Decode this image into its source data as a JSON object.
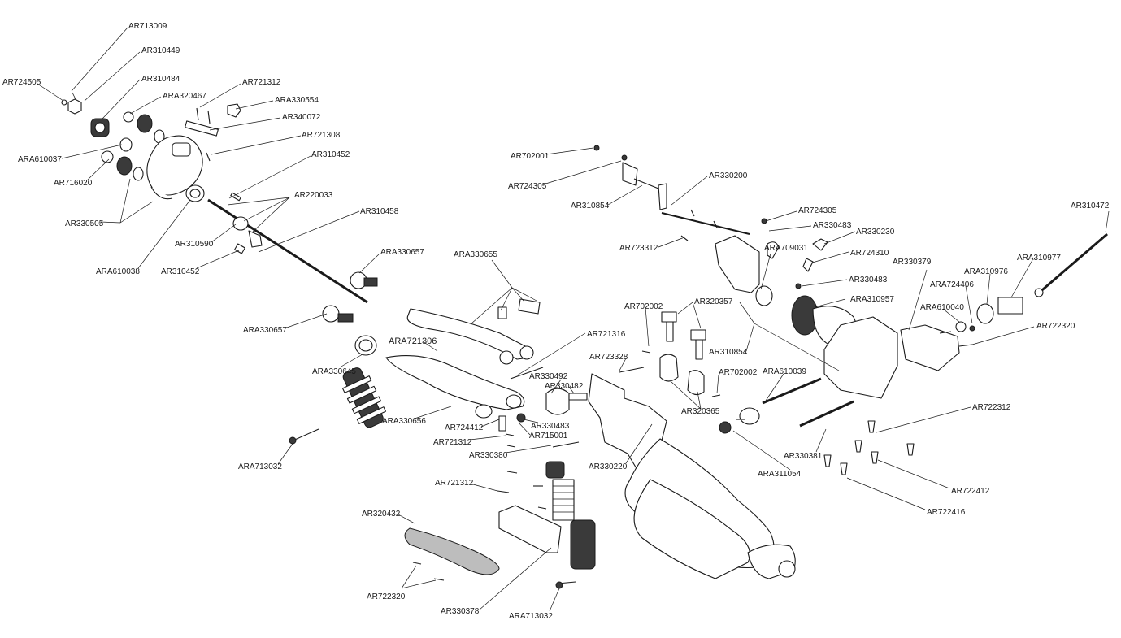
{
  "diagram": {
    "labels": [
      "AR713009",
      "AR310449",
      "AR724505",
      "AR310484",
      "AR721312",
      "ARA320467",
      "ARA330554",
      "AR340072",
      "AR721308",
      "ARA610037",
      "AR716020",
      "AR310452",
      "AR220033",
      "AR330505",
      "AR310458",
      "AR310590",
      "ARA610038",
      "AR310452",
      "ARA330657",
      "ARA330655",
      "ARA330657",
      "ARA721306",
      "AR721316",
      "ARA330645",
      "AR330492",
      "AR330482",
      "ARA330656",
      "AR724412",
      "AR330483",
      "AR721312",
      "AR715001",
      "AR330380",
      "ARA713032",
      "AR721312",
      "AR320432",
      "AR722320",
      "AR330378",
      "ARA713032",
      "AR702001",
      "AR724305",
      "AR330200",
      "AR310854",
      "AR723312",
      "AR724305",
      "AR330483",
      "AR330230",
      "ARA709031",
      "AR724310",
      "AR330379",
      "ARA310976",
      "ARA310977",
      "AR310472",
      "AR330483",
      "ARA724406",
      "ARA310957",
      "ARA610040",
      "AR722320",
      "AR702002",
      "AR320357",
      "AR310854",
      "AR723328",
      "AR702002",
      "ARA610039",
      "AR320365",
      "AR722312",
      "ARA311054",
      "AR330381",
      "AR330220",
      "AR722412",
      "AR722416"
    ]
  }
}
